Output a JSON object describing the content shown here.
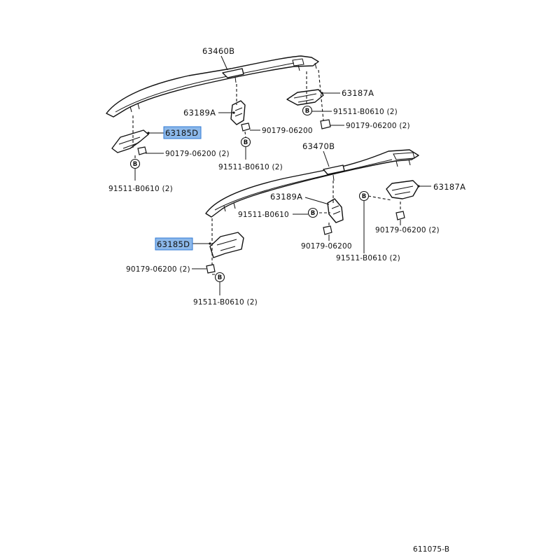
{
  "diagram_code": "611075-B",
  "highlight_color": "#8cb8ea",
  "upper_assembly": {
    "rail": "63460B",
    "front_leg": "63185D",
    "front_nut": "90179-06200 (2)",
    "front_bolt": "91511-B0610 (2)",
    "middle_leg": "63189A",
    "middle_nut": "90179-06200",
    "middle_bolt": "91511-B0610 (2)",
    "rear_leg": "63187A",
    "rear_bolt": "91511-B0610 (2)",
    "rear_nut": "90179-06200 (2)"
  },
  "lower_assembly": {
    "rail": "63470B",
    "front_leg": "63185D",
    "front_nut": "90179-06200 (2)",
    "front_bolt": "91511-B0610 (2)",
    "middle_leg": "63189A",
    "middle_bolt": "91511-B0610",
    "middle_nut": "90179-06200",
    "rear_leg": "63187A",
    "rear_nut": "90179-06200 (2)",
    "rear_bolt": "91511-B0610 (2)"
  },
  "callout_letter": "B"
}
